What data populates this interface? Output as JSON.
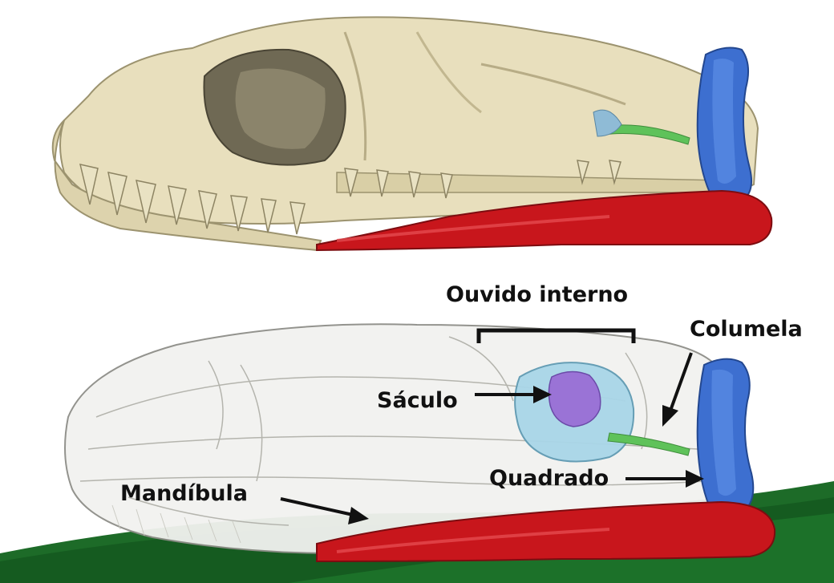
{
  "labels": {
    "inner_ear": "Ouvido interno",
    "columella": "Columela",
    "saccule": "Sáculo",
    "quadrate": "Quadrado",
    "mandible": "Mandíbula"
  },
  "colors": {
    "skull": "#e8dfbd",
    "mandible": "#c8161c",
    "quadrate": "#3d6fd0",
    "columella": "#5fc25a",
    "inner_ear": "#a9d6e8",
    "saccule": "#9a73d6",
    "green_band": "#1d6b28"
  }
}
